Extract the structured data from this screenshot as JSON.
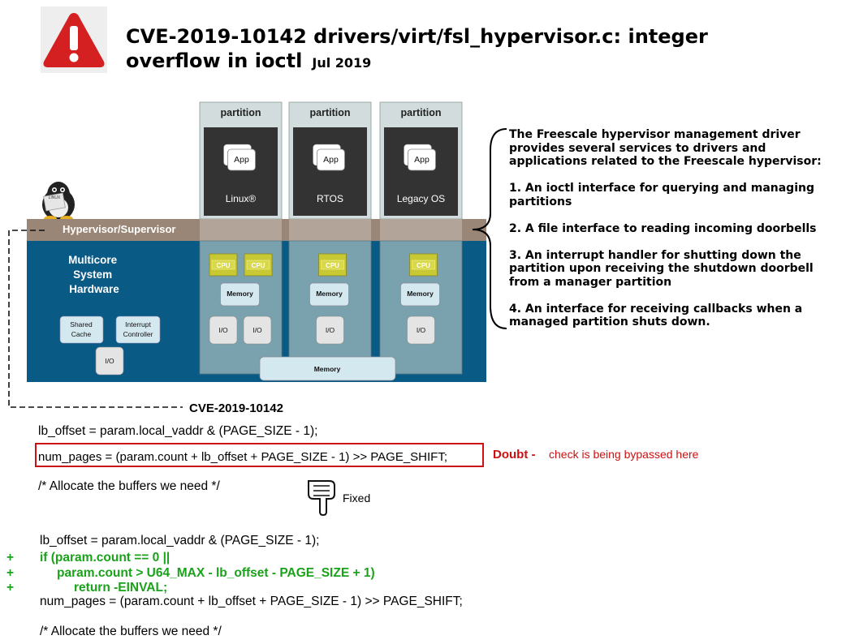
{
  "header": {
    "title_line1": "CVE-2019-10142 drivers/virt/fsl_hypervisor.c: integer",
    "title_line2": "overflow in ioctl",
    "date": "Jul 2019"
  },
  "diagram": {
    "partitions": [
      {
        "label": "partition",
        "app": "App",
        "os": "Linux®"
      },
      {
        "label": "partition",
        "app": "App",
        "os": "RTOS"
      },
      {
        "label": "partition",
        "app": "App",
        "os": "Legacy OS"
      }
    ],
    "hypervisor_label": "Hypervisor/Supervisor",
    "hardware_label": "Multicore\nSystem\nHardware",
    "cpu_label": "CPU",
    "memory_label": "Memory",
    "io_label": "I/O",
    "shared_cache": "Shared\nCache",
    "interrupt_controller": "Interrupt\nController",
    "bottom_memory": "Memory",
    "tux_label": "LINUX"
  },
  "description": {
    "lines": [
      "The Freescale hypervisor management driver",
      "provides several services to drivers and",
      "applications related to the Freescale hypervisor:",
      "",
      "1. An ioctl interface for querying and managing",
      "partitions",
      "",
      "2. A file interface to reading incoming doorbells",
      "",
      "3. An interrupt handler for shutting down the",
      "partition upon receiving the shutdown doorbell",
      "from a manager partition",
      "",
      "4. An interface for receiving callbacks when a",
      "managed partition shuts down."
    ]
  },
  "cve_label": "CVE-2019-10142",
  "code_before": {
    "line1": "lb_offset = param.local_vaddr & (PAGE_SIZE - 1);",
    "line2": "num_pages = (param.count + lb_offset + PAGE_SIZE - 1) >> PAGE_SHIFT;",
    "line3": "/* Allocate the buffers we need */"
  },
  "doubt": {
    "label": "Doubt -",
    "text": "check is being bypassed here"
  },
  "fixed_label": "Fixed",
  "code_after": {
    "line1": "lb_offset = param.local_vaddr & (PAGE_SIZE - 1);",
    "added": [
      {
        "sign": "+",
        "text": "if (param.count == 0 ||"
      },
      {
        "sign": "+",
        "text": "param.count > U64_MAX - lb_offset - PAGE_SIZE + 1)"
      },
      {
        "sign": "+",
        "text": "return -EINVAL;"
      }
    ],
    "line_num_pages": "num_pages = (param.count + lb_offset + PAGE_SIZE - 1) >> PAGE_SHIFT;",
    "line_comment": "/* Allocate the buffers we need */"
  },
  "colors": {
    "warning_red": "#d42020",
    "hardware_blue": "#0a5a86",
    "hypervisor_brown": "#9a8676",
    "partition_gray": "#9db5ba",
    "cpu_yellow": "#c8c832",
    "doubt_red": "#cc1111",
    "added_green": "#1aa21a"
  }
}
